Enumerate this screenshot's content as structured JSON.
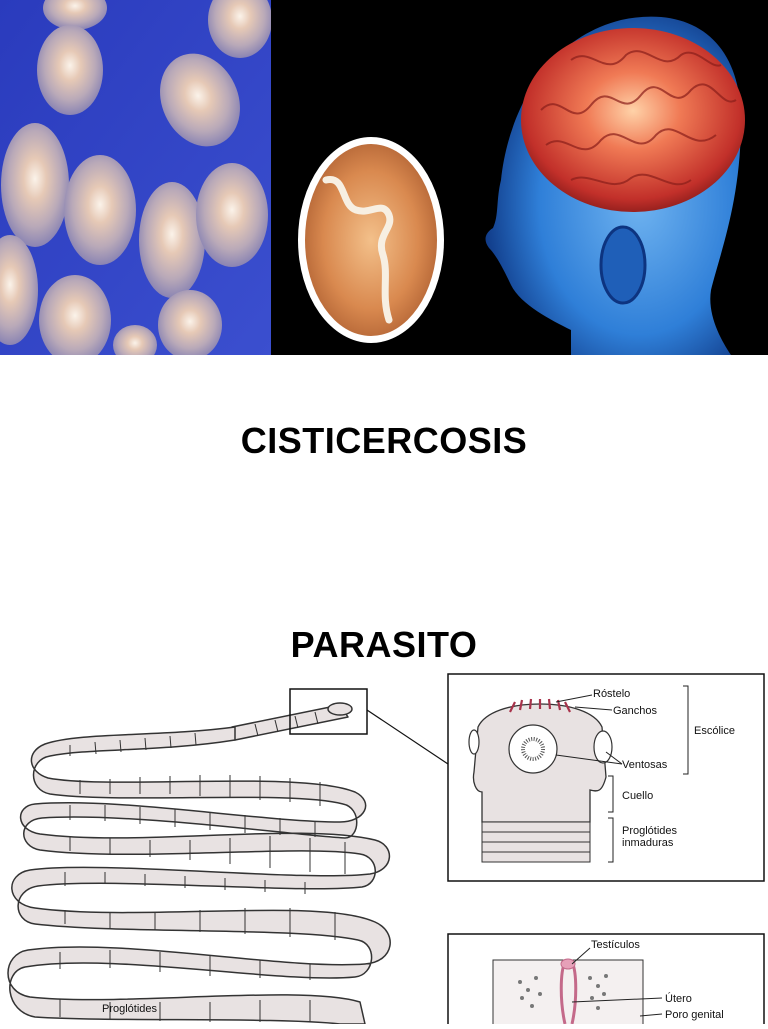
{
  "slide": {
    "title": "CISTICERCOSIS",
    "section_title": "PARASITO"
  },
  "images": {
    "left_photo": "tapeworm-eggs-photo",
    "right_photo": "intestinal-worm-and-brain-illustration"
  },
  "diagram": {
    "scolex_labels": {
      "rostelo": "Róstelo",
      "ganchos": "Ganchos",
      "escolice": "Escólice",
      "ventosas": "Ventosas",
      "cuello": "Cuello",
      "proglotides_inmaduras_1": "Proglótides",
      "proglotides_inmaduras_2": "inmaduras"
    },
    "mature_labels": {
      "testiculos": "Testículos",
      "utero": "Útero",
      "poro_genital": "Poro genital"
    },
    "body_label": "Proglótides"
  },
  "colors": {
    "egg_background": "#2f3fc0",
    "brain_background": "#000000",
    "head_blue": "#2f7fd8",
    "brain_red": "#d84a3a",
    "worm_fill": "#e8e2e2"
  }
}
